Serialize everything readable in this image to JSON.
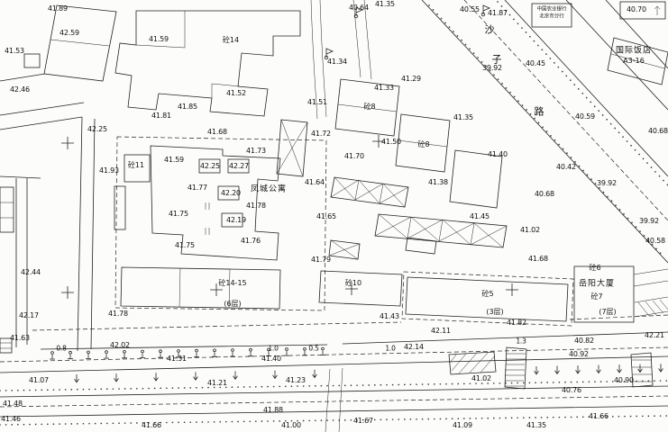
{
  "map": {
    "elevation_points": [
      [
        "41.89",
        64,
        10
      ],
      [
        "40.64",
        398,
        9
      ],
      [
        "41.35",
        427,
        5
      ],
      [
        "40.55",
        521,
        11
      ],
      [
        "41.87",
        552,
        15
      ],
      [
        "40.70",
        706,
        11
      ],
      [
        "42.59",
        77,
        37
      ],
      [
        "41.59",
        176,
        44
      ],
      [
        "41.53",
        16,
        57
      ],
      [
        "41.34",
        374,
        69
      ],
      [
        "39.92",
        546,
        76
      ],
      [
        "40.45",
        594,
        71
      ],
      [
        "42.46",
        22,
        100
      ],
      [
        "41.29",
        456,
        88
      ],
      [
        "41.33",
        426,
        98
      ],
      [
        "41.52",
        262,
        104
      ],
      [
        "41.51",
        352,
        114
      ],
      [
        "41.81",
        179,
        129
      ],
      [
        "41.85",
        208,
        119
      ],
      [
        "40.59",
        649,
        130
      ],
      [
        "40.68",
        730,
        146
      ],
      [
        "41.35",
        514,
        131
      ],
      [
        "42.25",
        108,
        144
      ],
      [
        "41.68",
        241,
        147
      ],
      [
        "41.72",
        356,
        149
      ],
      [
        "41.50",
        434,
        158
      ],
      [
        "41.40",
        552,
        172
      ],
      [
        "40.42",
        628,
        186
      ],
      [
        "39.92",
        673,
        204
      ],
      [
        "41.73",
        284,
        168
      ],
      [
        "41.70",
        393,
        174
      ],
      [
        "41.59",
        193,
        178
      ],
      [
        "42.25",
        233,
        185
      ],
      [
        "42.27",
        265,
        185
      ],
      [
        "41.93",
        121,
        190
      ],
      [
        "41.77",
        219,
        209
      ],
      [
        "41.64",
        349,
        203
      ],
      [
        "41.38",
        486,
        203
      ],
      [
        "40.68",
        604,
        216
      ],
      [
        "42.20",
        256,
        215
      ],
      [
        "41.75",
        198,
        238
      ],
      [
        "41.65",
        362,
        241
      ],
      [
        "41.45",
        532,
        241
      ],
      [
        "42.19",
        262,
        245
      ],
      [
        "41.02",
        588,
        256
      ],
      [
        "39.92",
        720,
        246
      ],
      [
        "41.78",
        284,
        229
      ],
      [
        "41.76",
        278,
        268
      ],
      [
        "41.75",
        205,
        273
      ],
      [
        "41.68",
        597,
        288
      ],
      [
        "41.79",
        356,
        289
      ],
      [
        "40.58",
        727,
        268
      ],
      [
        "42.44",
        34,
        303
      ],
      [
        "42.17",
        32,
        351
      ],
      [
        "41.78",
        131,
        349
      ],
      [
        "41.43",
        432,
        352
      ],
      [
        "41.82",
        573,
        359
      ],
      [
        "41.63",
        22,
        376
      ],
      [
        "42.02",
        133,
        384
      ],
      [
        "42.14",
        459,
        386
      ],
      [
        "42.11",
        489,
        368
      ],
      [
        "40.82",
        648,
        379
      ],
      [
        "42.21",
        726,
        373
      ],
      [
        "41.31",
        196,
        399
      ],
      [
        "41.40",
        301,
        399
      ],
      [
        "40.92",
        642,
        394
      ],
      [
        "41.07",
        43,
        423
      ],
      [
        "41.21",
        241,
        426
      ],
      [
        "41.23",
        328,
        423
      ],
      [
        "41.02",
        534,
        421
      ],
      [
        "40.90",
        692,
        423
      ],
      [
        "40.76",
        634,
        434
      ],
      [
        "41.48",
        14,
        449
      ],
      [
        "41.88",
        303,
        456
      ],
      [
        "41.66",
        664,
        463
      ],
      [
        "41.46",
        12,
        466
      ],
      [
        "41.66",
        168,
        473
      ],
      [
        "41.00",
        323,
        473
      ],
      [
        "41.67",
        403,
        468
      ],
      [
        "41.09",
        513,
        473
      ],
      [
        "41.35",
        595,
        473
      ]
    ],
    "road_widths": [
      [
        "0.8",
        68,
        387
      ],
      [
        "1.0",
        303,
        387
      ],
      [
        "0.5",
        348,
        387
      ],
      [
        "1.0",
        433,
        387
      ],
      [
        "1.3",
        578,
        379
      ]
    ],
    "building_codes": [
      [
        "砼14",
        256,
        45
      ],
      [
        "砼8",
        410,
        119
      ],
      [
        "砼8",
        470,
        161
      ],
      [
        "砼11",
        151,
        184
      ],
      [
        "砼6",
        660,
        298
      ],
      [
        "砼14-15",
        258,
        315
      ],
      [
        "砼10",
        392,
        315
      ],
      [
        "砼5",
        541,
        327
      ],
      [
        "砼7",
        662,
        330
      ],
      [
        "(6层)",
        258,
        338
      ],
      [
        "(3层)",
        549,
        347
      ],
      [
        "(7层)",
        674,
        347
      ],
      [
        "A3-16",
        703,
        68
      ]
    ],
    "building_names": [
      [
        "凤城公寓",
        298,
        211
      ],
      [
        "岳阳大厦",
        662,
        316
      ],
      [
        "国际饭店",
        703,
        57
      ]
    ],
    "street_name_chars": [
      [
        "沙",
        543,
        33
      ],
      [
        "子",
        551,
        66
      ],
      [
        "路",
        598,
        124
      ]
    ],
    "annotations_tiny": [
      [
        "中国农业银行",
        612,
        11
      ],
      [
        "北京市分行",
        612,
        19
      ]
    ]
  },
  "symbols": {
    "survey_cross": "+",
    "street_lamp": "flag-on-pole",
    "lamp_post_row": "circle-on-tick",
    "flow_arrow": "↓"
  },
  "colors": {
    "ink": "#222222",
    "paper": "#fcfcfa"
  }
}
